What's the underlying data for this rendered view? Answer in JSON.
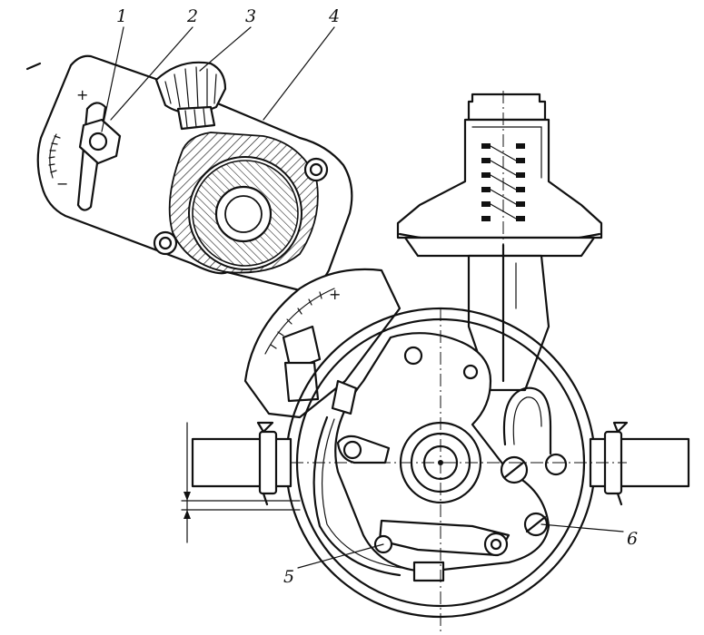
{
  "callouts": [
    {
      "id": "1",
      "label": "1"
    },
    {
      "id": "2",
      "label": "2"
    },
    {
      "id": "3",
      "label": "3"
    },
    {
      "id": "4",
      "label": "4"
    },
    {
      "id": "5",
      "label": "5"
    },
    {
      "id": "6",
      "label": "6"
    }
  ],
  "scale_marks": {
    "inset_plus": "+",
    "inset_minus": "−",
    "main_plus": "+"
  }
}
